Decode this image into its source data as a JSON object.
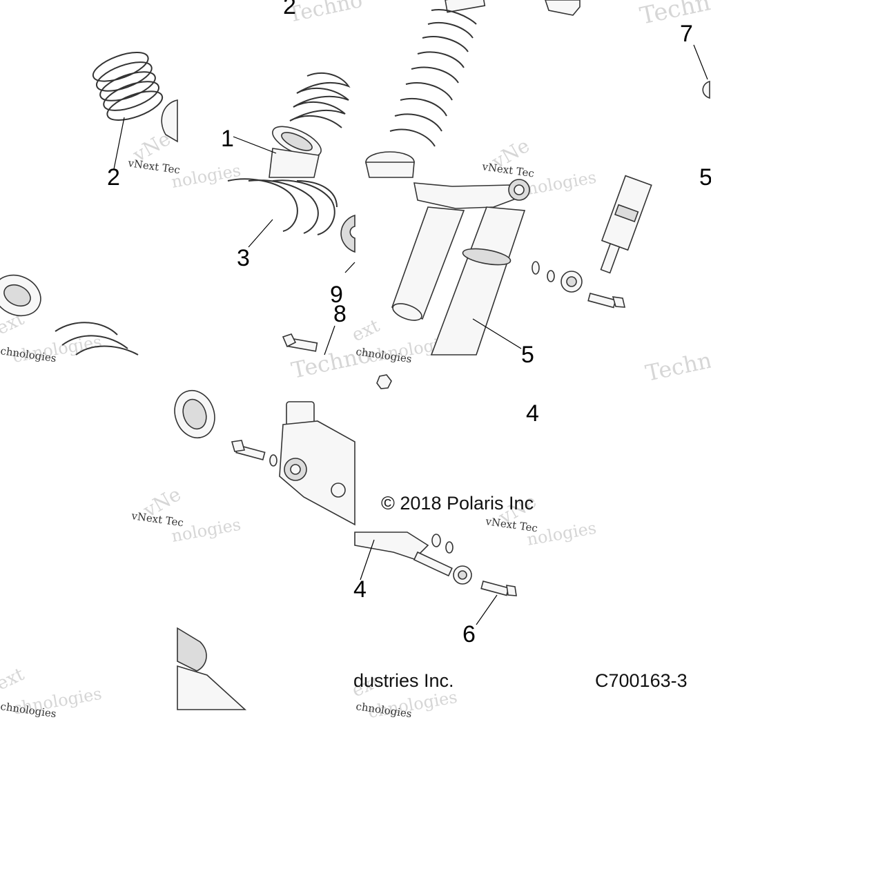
{
  "callouts": {
    "c1": "1",
    "c2a": "2",
    "c2b": "2",
    "c3": "3",
    "c4a": "4",
    "c4b": "4",
    "c5a": "5",
    "c5b": "5",
    "c6": "6",
    "c7": "7",
    "c8": "8",
    "c9": "9"
  },
  "watermarks": {
    "brand": "vNext Tec",
    "brand_full": "Technologies",
    "tech": "Techno",
    "tech2": "chnologies",
    "nologies": "nologies",
    "ext": "ext",
    "vne": "vNe"
  },
  "caption": {
    "copyright": "© 2018 Polaris Inc",
    "industries": "dustries Inc.",
    "figure_code": "C700163-3"
  }
}
